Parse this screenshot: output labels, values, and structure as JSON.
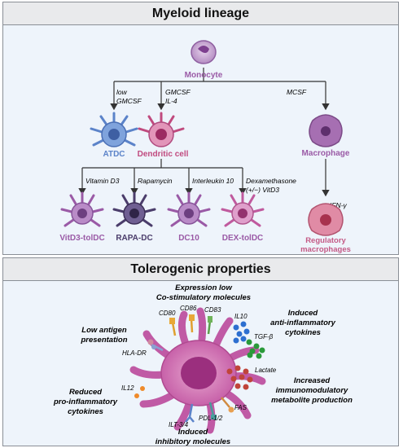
{
  "colors": {
    "purple": "#9a5aa6",
    "blue": "#5b83c9",
    "rapa": "#4b3d6b",
    "pink": "#c04a7e",
    "reg": "#c45a86"
  },
  "header1": "Myeloid lineage",
  "header2": "Tolerogenic properties",
  "monocyte": "Monocyte",
  "edges": {
    "atdc_line1": "low",
    "atdc_line2": "GMCSF",
    "dc_line1": "GMCSF",
    "dc_line2": "IL-4",
    "mac": "MCSF",
    "ifn": "IFN-γ"
  },
  "atdc": "ATDC",
  "dendritic": "Dendritic cell",
  "macrophage": "Macrophage",
  "regulatory_line1": "Regulatory",
  "regulatory_line2": "macrophages",
  "treatments": {
    "vitd3": "Vitamin D3",
    "rapa": "Rapamycin",
    "il10": "Interleukin 10",
    "dex_line1": "Dexamethasone",
    "dex_line2": "(+/−) VitD3"
  },
  "subtypes": {
    "vitd3": "VitD3-tolDC",
    "rapa": "RAPA-DC",
    "dc10": "DC10",
    "dex": "DEX-tolDC"
  },
  "props": {
    "costim_line1": "Expression low",
    "costim_line2": "Co-stimulatory molecules",
    "cd80": "CD80",
    "cd86": "CD86",
    "cd83": "CD83",
    "low_ag_line1": "Low antigen",
    "low_ag_line2": "presentation",
    "hladr": "HLA-DR",
    "il10": "IL10",
    "tgfb": "TGF-β",
    "anti_line1": "Induced",
    "anti_line2": "anti-inflammatory",
    "anti_line3": "cytokines",
    "lactate": "Lactate",
    "meta_line1": "Increased",
    "meta_line2": "immunomodulatory",
    "meta_line3": "metabolite production",
    "il12": "IL12",
    "pro_line1": "Reduced",
    "pro_line2": "pro-inflammatory",
    "pro_line3": "cytokines",
    "fas": "FAS",
    "ilt": "ILT-3/4",
    "pdl": "PDL-1/2",
    "inhib_line1": "Induced",
    "inhib_line2": "inhibitory molecules"
  }
}
